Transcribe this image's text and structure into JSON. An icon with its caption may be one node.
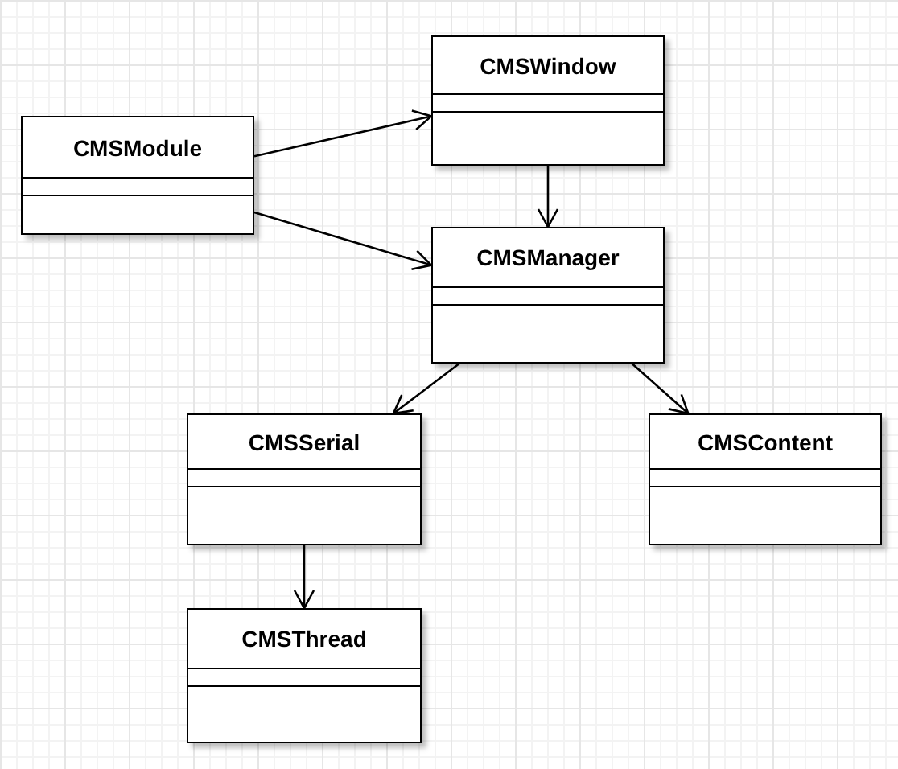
{
  "diagram": {
    "nodes": [
      {
        "text": [
          "CMSModule"
        ]
      },
      {
        "text": [
          "CMSWindow"
        ]
      },
      {
        "text": [
          "CMSManager"
        ]
      },
      {
        "text": [
          "CMSSerial"
        ]
      },
      {
        "text": [
          "CMSContent"
        ]
      },
      {
        "text": [
          "CMSThread"
        ]
      }
    ],
    "edges": [
      {
        "from": 0,
        "to": 1,
        "arrow": "to"
      },
      {
        "from": 0,
        "to": 2,
        "arrow": "to"
      },
      {
        "from": 1,
        "to": 2,
        "arrow": "to"
      },
      {
        "from": 2,
        "to": 3,
        "arrow": "to"
      },
      {
        "from": 2,
        "to": 4,
        "arrow": "to"
      },
      {
        "from": 3,
        "to": 5,
        "arrow": "to"
      }
    ]
  }
}
